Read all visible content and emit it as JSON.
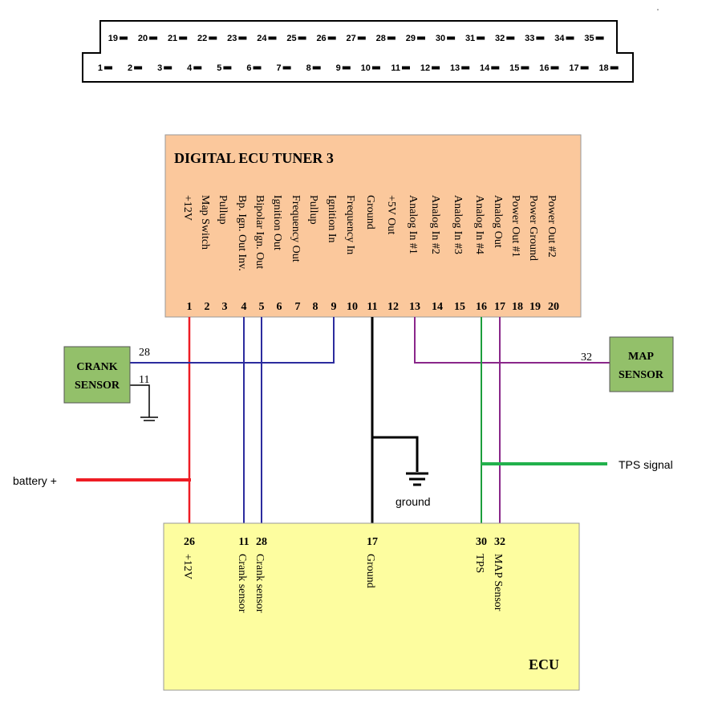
{
  "connector": {
    "top_row": [
      "19",
      "20",
      "21",
      "22",
      "23",
      "24",
      "25",
      "26",
      "27",
      "28",
      "29",
      "30",
      "31",
      "32",
      "33",
      "34",
      "35"
    ],
    "bottom_row": [
      "1",
      "2",
      "3",
      "4",
      "5",
      "6",
      "7",
      "8",
      "9",
      "10",
      "11",
      "12",
      "13",
      "14",
      "15",
      "16",
      "17",
      "18"
    ]
  },
  "tuner": {
    "title": "DIGITAL ECU TUNER 3",
    "pins": [
      {
        "num": "1",
        "label": "+12V"
      },
      {
        "num": "2",
        "label": "Map Switch"
      },
      {
        "num": "3",
        "label": "Pullup"
      },
      {
        "num": "4",
        "label": "Bp. Ign. Out Inv."
      },
      {
        "num": "5",
        "label": "Bipolar Ign. Out"
      },
      {
        "num": "6",
        "label": "Ignition Out"
      },
      {
        "num": "7",
        "label": "Frequency Out"
      },
      {
        "num": "8",
        "label": "Pullup"
      },
      {
        "num": "9",
        "label": "Ignition In"
      },
      {
        "num": "10",
        "label": "Frequency In"
      },
      {
        "num": "11",
        "label": "Ground"
      },
      {
        "num": "12",
        "label": "+5V Out"
      },
      {
        "num": "13",
        "label": "Analog In #1"
      },
      {
        "num": "14",
        "label": "Analog In #2"
      },
      {
        "num": "15",
        "label": "Analog In #3"
      },
      {
        "num": "16",
        "label": "Analog In #4"
      },
      {
        "num": "17",
        "label": "Analog Out"
      },
      {
        "num": "18",
        "label": "Power Out #1"
      },
      {
        "num": "19",
        "label": "Power Ground"
      },
      {
        "num": "20",
        "label": "Power Out #2"
      }
    ]
  },
  "crank_sensor": {
    "line1": "CRANK",
    "line2": "SENSOR",
    "wire_top": "28",
    "wire_bottom": "11"
  },
  "map_sensor": {
    "line1": "MAP",
    "line2": "SENSOR",
    "wire": "32"
  },
  "battery_label": "battery +",
  "ground_label": "ground",
  "tps_signal_label": "TPS signal",
  "ecu": {
    "title": "ECU",
    "pins": [
      {
        "num": "26",
        "label": "+12V"
      },
      {
        "num": "11",
        "label": "Crank sensor"
      },
      {
        "num": "28",
        "label": "Crank sensor"
      },
      {
        "num": "17",
        "label": "Ground"
      },
      {
        "num": "30",
        "label": "TPS"
      },
      {
        "num": "32",
        "label": "MAP Sensor"
      }
    ]
  },
  "colors": {
    "tuner_fill": "#fbc89c",
    "ecu_fill": "#fdfd9f",
    "sensor_fill": "#93c06a",
    "power": "#ee1c24",
    "crank": "#2c2c9e",
    "map": "#8a278a",
    "tps": "#1c9e3c",
    "ground": "#000000"
  }
}
